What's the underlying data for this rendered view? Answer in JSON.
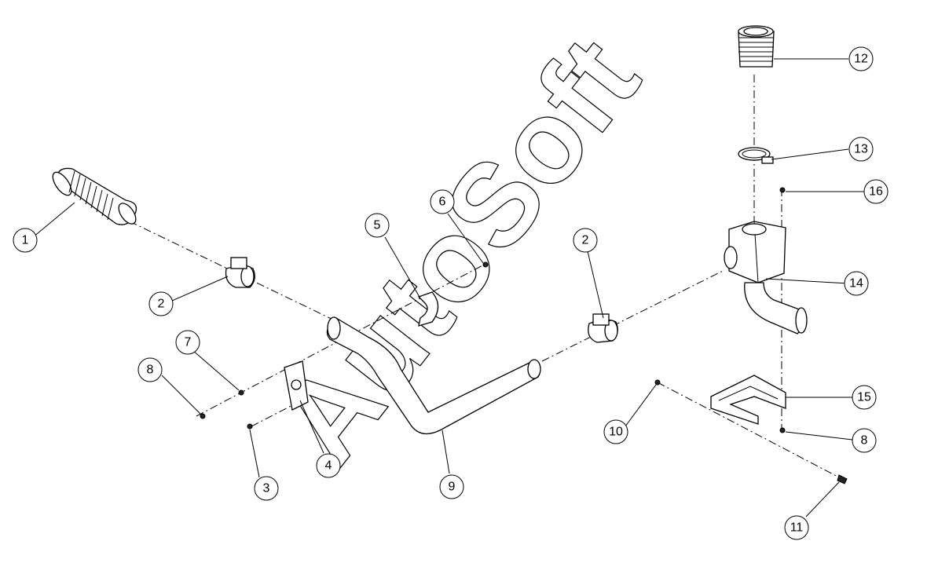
{
  "watermark": {
    "text": "AutoSoft"
  },
  "callouts": {
    "c1": "1",
    "c2a": "2",
    "c2b": "2",
    "c3": "3",
    "c4": "4",
    "c5": "5",
    "c6": "6",
    "c7": "7",
    "c8a": "8",
    "c8b": "8",
    "c9": "9",
    "c10": "10",
    "c11": "11",
    "c12": "12",
    "c13": "13",
    "c14": "14",
    "c15": "15",
    "c16": "16"
  },
  "icons": {
    "flex-hose": "flex-hose-icon",
    "hose-clamp": "hose-clamp-icon",
    "bracket": "bracket-icon",
    "exhaust-pipe": "exhaust-pipe-icon",
    "outlet-box": "outlet-box-icon",
    "bellows": "bellows-icon",
    "band-clamp": "band-clamp-icon",
    "mount-bracket": "mount-bracket-icon"
  }
}
